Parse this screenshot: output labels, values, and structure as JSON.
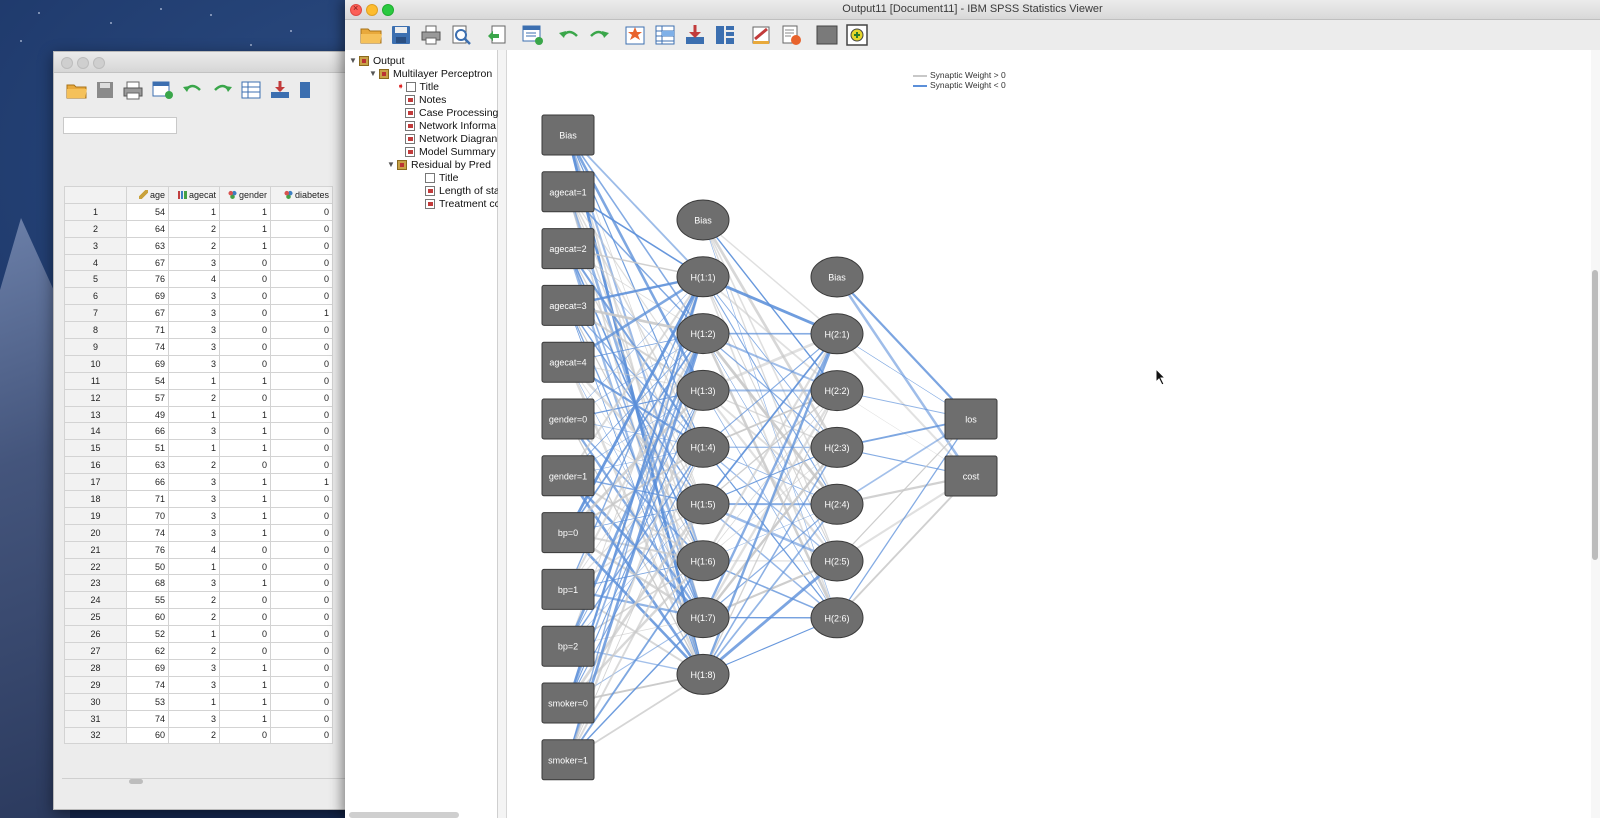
{
  "viewer": {
    "title": "Output11 [Document11] - IBM SPSS Statistics Viewer"
  },
  "outline": {
    "root": "Output",
    "proc": "Multilayer Perceptron",
    "items": [
      "Title",
      "Notes",
      "Case Processing",
      "Network Informa",
      "Network Diagran",
      "Model Summary"
    ],
    "residual": "Residual by Pred",
    "sub_items": [
      "Title",
      "Length of sta",
      "Treatment co"
    ]
  },
  "legend": {
    "pos": "Synaptic Weight > 0",
    "neg": "Synaptic Weight < 0",
    "pos_color": "#c8c8c8",
    "neg_color": "#5b8fd9"
  },
  "network": {
    "input": [
      "Bias",
      "agecat=1",
      "agecat=2",
      "agecat=3",
      "agecat=4",
      "gender=0",
      "gender=1",
      "bp=0",
      "bp=1",
      "bp=2",
      "smoker=0",
      "smoker=1"
    ],
    "hidden1": [
      "Bias",
      "H(1:1)",
      "H(1:2)",
      "H(1:3)",
      "H(1:4)",
      "H(1:5)",
      "H(1:6)",
      "H(1:7)",
      "H(1:8)"
    ],
    "hidden2": [
      "Bias",
      "H(2:1)",
      "H(2:2)",
      "H(2:3)",
      "H(2:4)",
      "H(2:5)",
      "H(2:6)"
    ],
    "output": [
      "los",
      "cost"
    ],
    "node_color": "#6e6e6e"
  },
  "data_editor": {
    "columns": [
      "age",
      "agecat",
      "gender",
      "diabetes"
    ],
    "rows": [
      [
        1,
        54,
        1,
        1,
        0
      ],
      [
        2,
        64,
        2,
        1,
        0
      ],
      [
        3,
        63,
        2,
        1,
        0
      ],
      [
        4,
        67,
        3,
        0,
        0
      ],
      [
        5,
        76,
        4,
        0,
        0
      ],
      [
        6,
        69,
        3,
        0,
        0
      ],
      [
        7,
        67,
        3,
        0,
        1
      ],
      [
        8,
        71,
        3,
        0,
        0
      ],
      [
        9,
        74,
        3,
        0,
        0
      ],
      [
        10,
        69,
        3,
        0,
        0
      ],
      [
        11,
        54,
        1,
        1,
        0
      ],
      [
        12,
        57,
        2,
        0,
        0
      ],
      [
        13,
        49,
        1,
        1,
        0
      ],
      [
        14,
        66,
        3,
        1,
        0
      ],
      [
        15,
        51,
        1,
        1,
        0
      ],
      [
        16,
        63,
        2,
        0,
        0
      ],
      [
        17,
        66,
        3,
        1,
        1
      ],
      [
        18,
        71,
        3,
        1,
        0
      ],
      [
        19,
        70,
        3,
        1,
        0
      ],
      [
        20,
        74,
        3,
        1,
        0
      ],
      [
        21,
        76,
        4,
        0,
        0
      ],
      [
        22,
        50,
        1,
        0,
        0
      ],
      [
        23,
        68,
        3,
        1,
        0
      ],
      [
        24,
        55,
        2,
        0,
        0
      ],
      [
        25,
        60,
        2,
        0,
        0
      ],
      [
        26,
        52,
        1,
        0,
        0
      ],
      [
        27,
        62,
        2,
        0,
        0
      ],
      [
        28,
        69,
        3,
        1,
        0
      ],
      [
        29,
        74,
        3,
        1,
        0
      ],
      [
        30,
        53,
        1,
        1,
        0
      ],
      [
        31,
        74,
        3,
        1,
        0
      ],
      [
        32,
        60,
        2,
        0,
        0
      ]
    ]
  }
}
